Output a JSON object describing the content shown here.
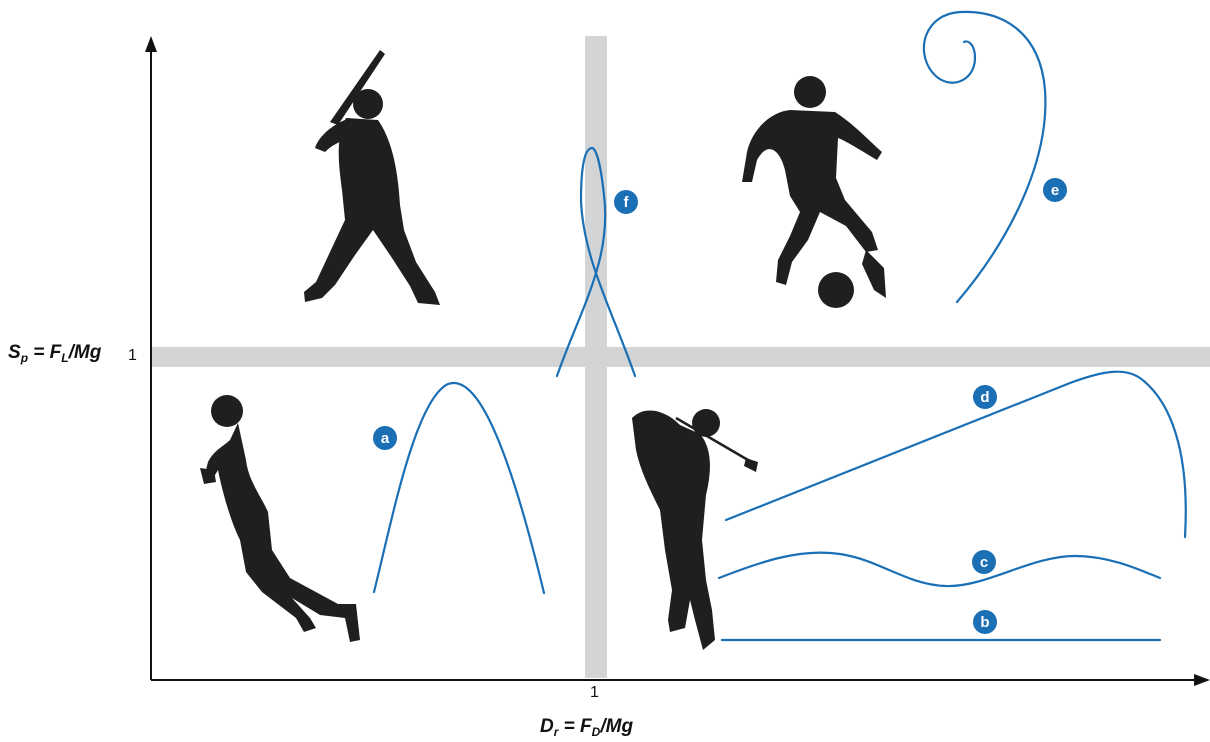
{
  "axes": {
    "y_label": {
      "main": "S",
      "sub1": "p",
      "eq": " = F",
      "sub2": "L",
      "tail": "/Mg"
    },
    "x_label": {
      "main": "D",
      "sub1": "r",
      "eq": " = F",
      "sub2": "D",
      "tail": "/Mg"
    },
    "y_tick": "1",
    "x_tick": "1"
  },
  "trajectories": [
    {
      "id": "a",
      "label": "a"
    },
    {
      "id": "b",
      "label": "b"
    },
    {
      "id": "c",
      "label": "c"
    },
    {
      "id": "d",
      "label": "d"
    },
    {
      "id": "e",
      "label": "e"
    },
    {
      "id": "f",
      "label": "f"
    }
  ],
  "silhouettes": [
    "baseball-batter",
    "soccer-player",
    "basketball-player",
    "golfer"
  ],
  "colors": {
    "trajectory": "#1a6fb5",
    "band": "#d3d4d6",
    "silhouette": "#1f1f1f",
    "axis": "#111111"
  }
}
